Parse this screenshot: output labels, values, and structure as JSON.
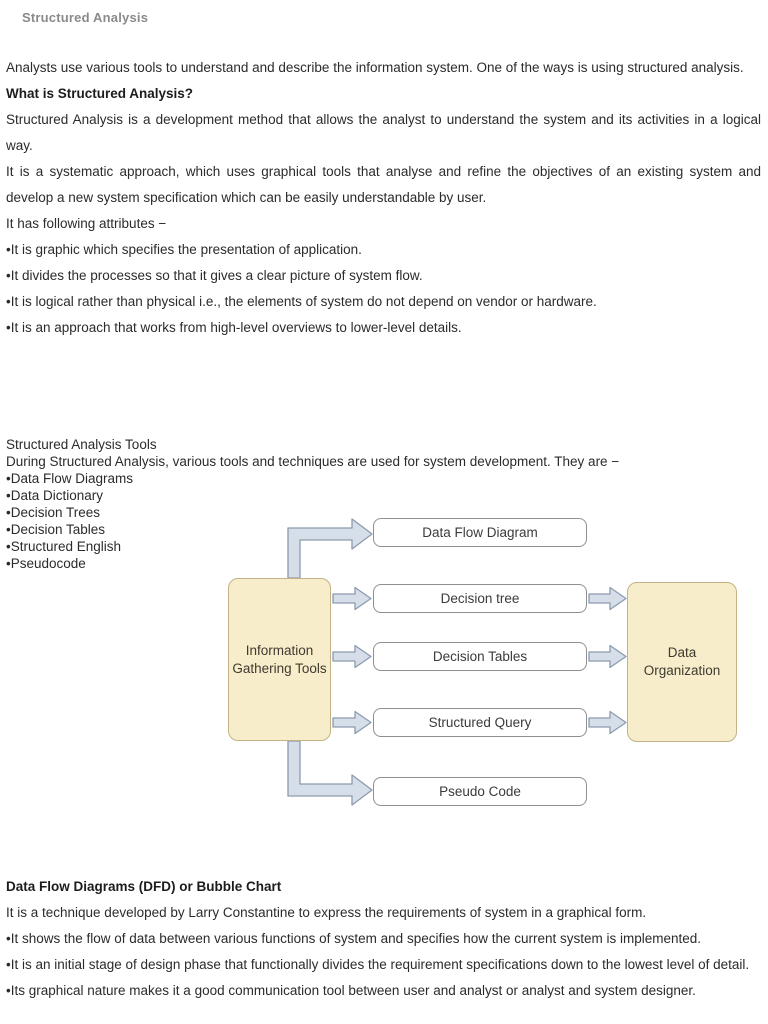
{
  "colors": {
    "title-gray": "#8a8a8a",
    "text": "#2b2b2b",
    "box-fill": "#f8edca",
    "box-border": "#c2b284",
    "arrow-fill": "#d6dee9",
    "arrow-border": "#8c9bae",
    "whitebox-border": "#8f8f8f"
  },
  "header": {
    "title": "Structured Analysis"
  },
  "intro": {
    "p1": "Analysts use various tools to understand and describe the information system. One of the ways is using structured analysis.",
    "heading": "What is Structured Analysis?",
    "p2": "Structured Analysis is a development method that allows the analyst to understand the system and its activities in a logical way.",
    "p3": "It is a systematic approach, which uses graphical tools that analyse and refine the objectives of an existing system and develop a new system specification which can be easily understandable by user.",
    "p4": "It has following attributes −",
    "bullets": [
      "•It is graphic which specifies the presentation of application.",
      "•It divides the processes so that it gives a clear picture of system flow.",
      "•It is logical rather than physical i.e., the elements of system do not depend on vendor or hardware.",
      "•It is an approach that works from high-level overviews to lower-level details."
    ]
  },
  "tools": {
    "heading": "Structured Analysis Tools",
    "intro": "During Structured Analysis, various tools and techniques are used for system development. They are −",
    "bullets": [
      "•Data Flow Diagrams",
      "•Data Dictionary",
      "•Decision Trees",
      "•Decision Tables",
      "•Structured English",
      "•Pseudocode"
    ]
  },
  "diagram": {
    "left_box": "Information Gathering Tools",
    "right_box": "Data Organization",
    "boxes": [
      "Data Flow Diagram",
      "Decision tree",
      "Decision Tables",
      "Structured Query",
      "Pseudo Code"
    ]
  },
  "dfd": {
    "heading": "Data Flow Diagrams (DFD) or Bubble Chart",
    "p1": "It is a technique developed by Larry Constantine to express the requirements of system in a graphical form.",
    "bullets": [
      "•It shows the flow of data between various functions of system and specifies how the current system is implemented.",
      "•It is an initial stage of design phase that functionally divides the requirement specifications down to the lowest level of detail.",
      "•Its graphical nature makes it a good communication tool between user and analyst or analyst and system designer."
    ]
  }
}
